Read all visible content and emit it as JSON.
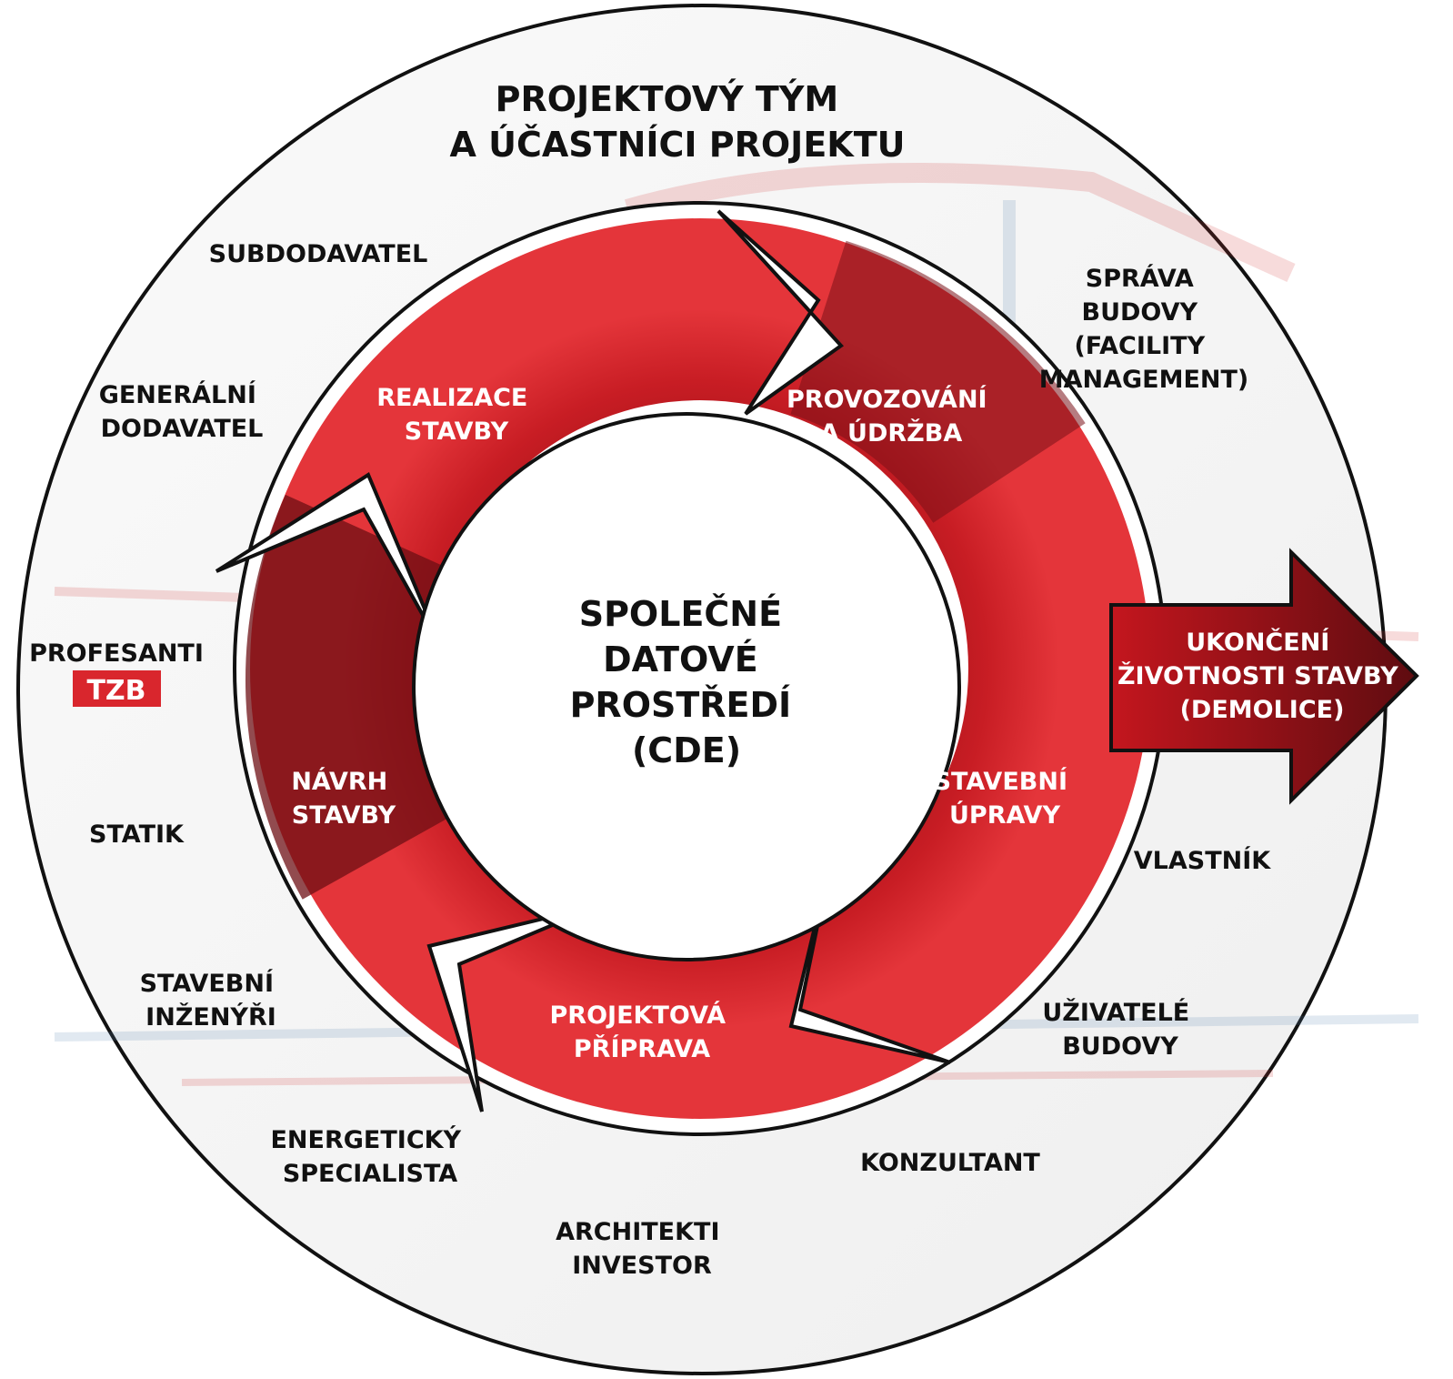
{
  "title": {
    "line1": "PROJEKTOVÝ TÝM",
    "line2": "A ÚČASTNÍCI PROJEKTU"
  },
  "center": {
    "line1": "SPOLEČNÉ",
    "line2": "DATOVÉ",
    "line3": "PROSTŘEDÍ",
    "line4": "(CDE)"
  },
  "phases": {
    "realizace": [
      "REALIZACE",
      "STAVBY"
    ],
    "provozovani": [
      "PROVOZOVÁNÍ",
      "A ÚDRŽBA"
    ],
    "upravy": [
      "STAVEBNÍ",
      "ÚPRAVY"
    ],
    "priprava": [
      "PROJEKTOVÁ",
      "PŘÍPRAVA"
    ],
    "navrh": [
      "NÁVRH",
      "STAVBY"
    ],
    "ukonceni": [
      "UKONČENÍ",
      "ŽIVOTNOSTI STAVBY",
      "(DEMOLICE)"
    ]
  },
  "participants": {
    "subdodavatel": [
      "SUBDODAVATEL"
    ],
    "generalni": [
      "GENERÁLNÍ",
      "DODAVATEL"
    ],
    "profesanti": [
      "PROFESANTI"
    ],
    "profesanti_badge": "TZB",
    "statik": [
      "STATIK"
    ],
    "stavebni_inzenyri": [
      "STAVEBNÍ",
      "INŽENÝŘI"
    ],
    "energeticky": [
      "ENERGETICKÝ",
      "SPECIALISTA"
    ],
    "architekti": [
      "ARCHITEKTI",
      "INVESTOR"
    ],
    "konzultant": [
      "KONZULTANT"
    ],
    "uzivatele": [
      "UŽIVATELÉ",
      "BUDOVY"
    ],
    "vlastnik": [
      "VLASTNÍK"
    ],
    "sprava": [
      "SPRÁVA",
      "BUDOVY",
      "(FACILITY",
      "MANAGEMENT)"
    ]
  },
  "colors": {
    "red_bright": "#e0262b",
    "red_mid": "#b5121b",
    "red_dark": "#5e0c10",
    "outline": "#111111",
    "badge": "#d9262d"
  }
}
